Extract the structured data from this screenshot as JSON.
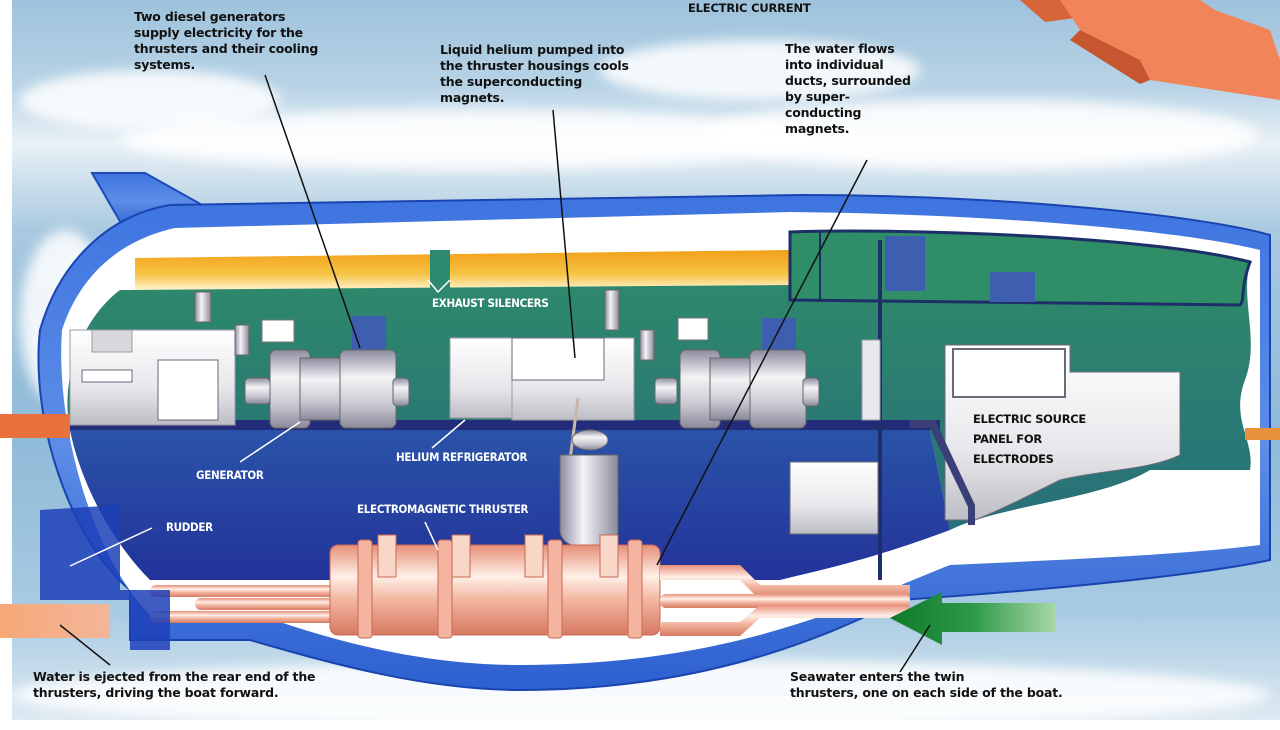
{
  "diagram": {
    "subject": "Superconducting electromagnetic thruster ship (cutaway)",
    "colors": {
      "hull_blue": "#2a5fd0",
      "hull_inner": "#1f3f9e",
      "engine_room_green": "#2e8a6e",
      "fuel_tank_orange": "#f2a81c",
      "thruster_copper": "#e89a80",
      "electric_current_arrow": "#f07a45",
      "seawater_arrow": "#0f7a2c",
      "exhaust_orange_stripe": "#e8703a",
      "machinery_gray": "#d8d8dc"
    }
  },
  "header": {
    "electric_current_label": "ELECTRIC CURRENT"
  },
  "callouts": {
    "generators": "Two diesel generators\nsupply electricity for the\nthrusters and their cooling\nsystems.",
    "helium": "Liquid helium pumped into\nthe thruster housings cools\nthe superconducting\nmagnets.",
    "water_ducts": "The water flows\ninto individual\nducts, surrounded\nby super-\nconducting\nmagnets.",
    "water_ejected": "Water is ejected from the rear end of the\nthrusters, driving the boat forward.",
    "seawater_enters": "Seawater enters the twin\nthrusters, one on each side of the boat."
  },
  "component_labels": {
    "exhaust_silencers": "EXHAUST SILENCERS",
    "generator": "GENERATOR",
    "helium_refrigerator": "HELIUM REFRIGERATOR",
    "rudder": "RUDDER",
    "electromagnetic_thruster": "ELECTROMAGNETIC THRUSTER",
    "electric_source_panel": "ELECTRIC SOURCE\nPANEL FOR\nELECTRODES"
  }
}
